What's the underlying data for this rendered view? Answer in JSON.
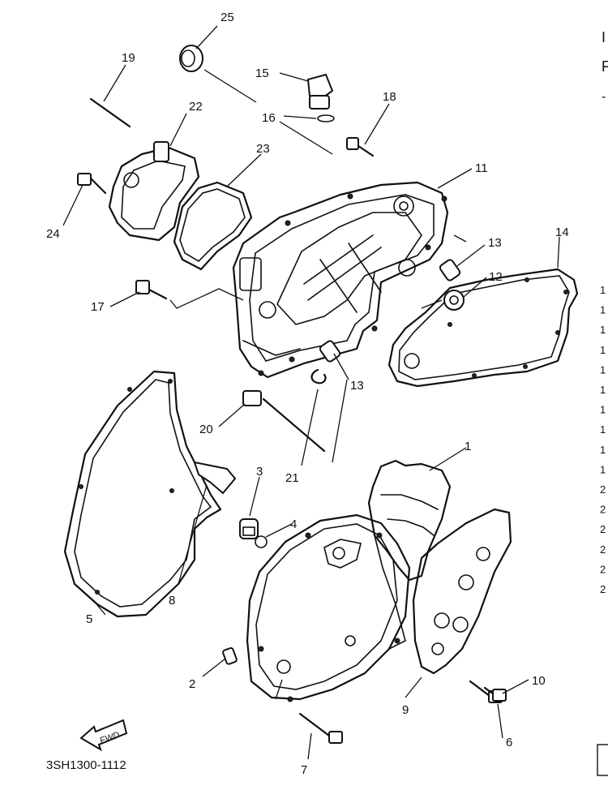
{
  "diagram": {
    "part_code": "3SH1300-1112",
    "fwd_label": "FWD",
    "callouts": [
      "1",
      "2",
      "3",
      "4",
      "5",
      "6",
      "7",
      "8",
      "9",
      "10",
      "11",
      "12",
      "13",
      "13",
      "14",
      "15",
      "16",
      "17",
      "18",
      "19",
      "20",
      "21",
      "22",
      "23",
      "24",
      "25"
    ],
    "right_column_marks": [
      "1",
      "1",
      "1",
      "1",
      "1",
      "1",
      "1",
      "1",
      "1",
      "1",
      "2",
      "2",
      "2",
      "2",
      "2",
      "2"
    ],
    "header_fragments": [
      "I",
      "F",
      "-"
    ]
  }
}
